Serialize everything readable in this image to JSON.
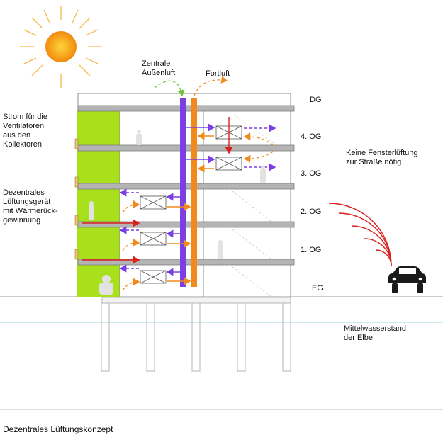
{
  "labels": {
    "central_intake": "Zentrale\nAußenluft",
    "exhaust": "Fortluft",
    "power": "Strom für die\nVentilatoren\naus den\nKollektoren",
    "decentral_unit": "Dezentrales\nLüftungsgerät\nmit Wärmerück-\ngewinnung",
    "no_window": "Keine Fensterlüftung\nzur Straße nötig",
    "water_level": "Mittelwasserstand\nder Elbe"
  },
  "floors": [
    "DG",
    "4. OG",
    "3. OG",
    "2. OG",
    "1. OG",
    "EG"
  ],
  "caption": "Dezentrales Lüftungskonzept",
  "colors": {
    "green_facade": "#a8e01c",
    "purple_duct": "#7b3fe4",
    "orange_duct": "#f08a1c",
    "slab_gray": "#a9a9a9",
    "noise_red": "#d9201c",
    "sun": "#f7a11a",
    "water": "#cfe9ef"
  },
  "icons": [
    "sun-icon",
    "car-icon",
    "noise-waves-icon",
    "person-icon",
    "ventilation-unit-icon"
  ]
}
